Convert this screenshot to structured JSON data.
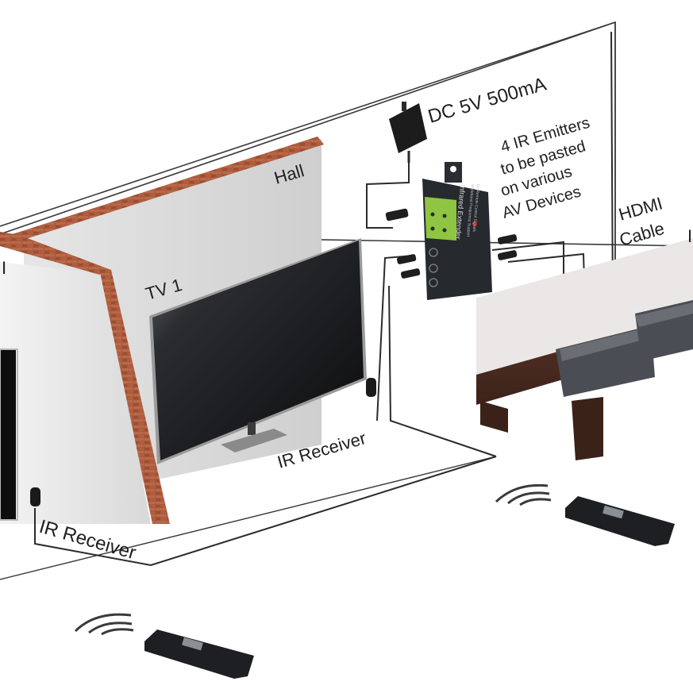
{
  "labels": {
    "dc_power": "DC 5V 500mA",
    "emitters_line1": "4 IR Emitters",
    "emitters_line2": "to be pasted",
    "emitters_line3": "on various",
    "emitters_line4": "AV Devices",
    "hall": "Hall",
    "tv1": "TV 1",
    "hdmi_line1": "HDMI",
    "hdmi_line2": "Cable",
    "ir_receiver_1": "IR Receiver",
    "ir_receiver_2": "IR Receiver",
    "cut_left": "I",
    "cut_right": "I"
  },
  "device": {
    "title": "Infrared Extender",
    "subtitle1": "Wideband Frequency Support",
    "subtitle2": "for Remote Control Signals"
  },
  "colors": {
    "brick": "#a8583a",
    "wall": "#dcdcdc",
    "wood": "#4a2a1f",
    "floor_plane": "#e8e4e3",
    "device": "#2a2e33",
    "terminal": "#8fc542"
  }
}
